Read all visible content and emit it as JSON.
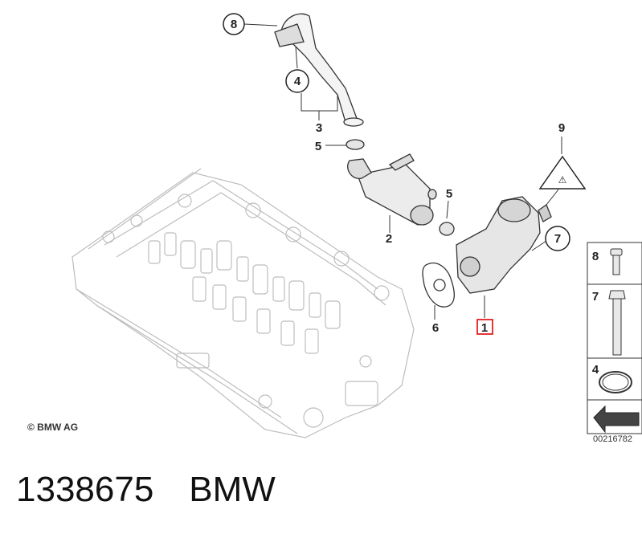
{
  "callouts": {
    "c1": "1",
    "c2": "2",
    "c3": "3",
    "c4": "4",
    "c5a": "5",
    "c5b": "5",
    "c6": "6",
    "c7": "7",
    "c8": "8",
    "c9": "9"
  },
  "legend": {
    "item8": "8",
    "item7": "7",
    "item4": "4"
  },
  "copyright": "© BMW AG",
  "diagram_id": "00216782",
  "footer": {
    "part_number": "1338675",
    "brand": "BMW"
  }
}
